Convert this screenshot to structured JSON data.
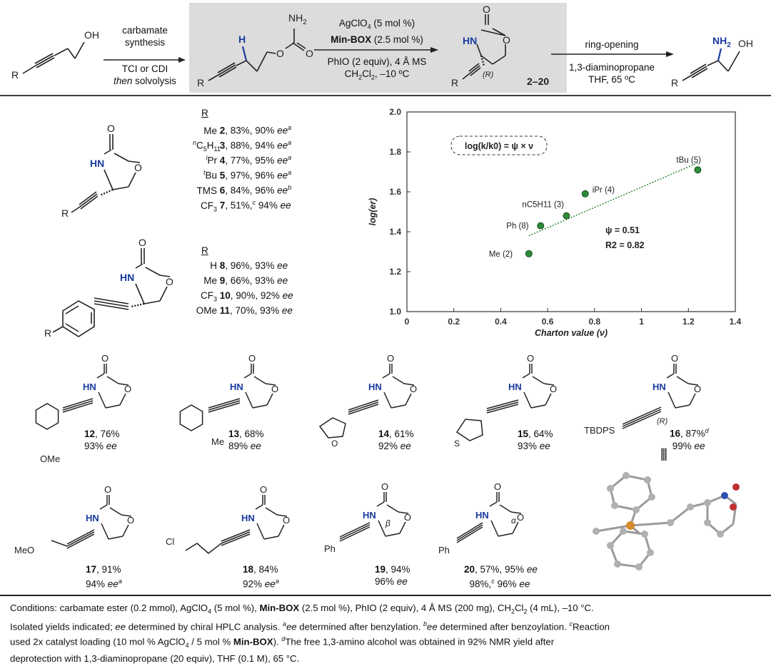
{
  "scheme": {
    "step1_label_top": "carbamate",
    "step1_label_top2": "synthesis",
    "step1_label_bottom": "TCI or CDI",
    "step1_label_bottom2_it": "then",
    "step1_label_bottom2": " solvolysis",
    "step2_cat": "AgClO",
    "step2_cat_tail": " (5 mol %)",
    "step2_ligand": "Min-BOX",
    "step2_ligand_tail": " (2.5 mol %)",
    "step2_oxidant": "PhIO (2 equiv), 4 Å MS",
    "step2_solvent": "CH",
    "step2_solvent_tail": ", –10 ºC",
    "product_range": "2–20",
    "step3_top": "ring-opening",
    "step3_mid": "1,3-diaminopropane",
    "step3_bottom": "THF, 65 ºC",
    "R": "R",
    "NH2": "NH",
    "OH": "OH",
    "HN": "HN",
    "O": "O",
    "H": "H",
    "Rstereo": "(R)"
  },
  "alkyl_table": {
    "header": "R",
    "rows": [
      {
        "r": "Me",
        "cmp": "2",
        "text": ", 83%, 90% ",
        "ee": "ee",
        "sup": "a"
      },
      {
        "r": "C5H11",
        "cmp": "3",
        "text": ", 88%, 94% ",
        "ee": "ee",
        "sup": "a"
      },
      {
        "r": "Pr",
        "cmp": "4",
        "text": ", 77%, 95% ",
        "ee": "ee",
        "sup": "a"
      },
      {
        "r": "Bu",
        "cmp": "5",
        "text": ", 97%, 96% ",
        "ee": "ee",
        "sup": "a"
      },
      {
        "r": "TMS",
        "cmp": "6",
        "text": ", 84%, 96% ",
        "ee": "ee",
        "sup": "b"
      },
      {
        "r": "CF3",
        "cmp": "7",
        "text": ", 51%,",
        "ee": "ee",
        "sup": "c"
      }
    ]
  },
  "aryl_table": {
    "header": "R",
    "rows": [
      {
        "r": "H",
        "cmp": "8",
        "text": ", 96%, 93% ",
        "ee": "ee"
      },
      {
        "r": "Me",
        "cmp": "9",
        "text": ", 66%, 93% ",
        "ee": "ee"
      },
      {
        "r": "CF3",
        "cmp": "10",
        "text": ", 90%, 92% ",
        "ee": "ee"
      },
      {
        "r": "OMe",
        "cmp": "11",
        "text": ", 70%, 93% ",
        "ee": "ee"
      }
    ]
  },
  "compounds": [
    {
      "id": "12",
      "yield": ", 76%",
      "ee": "93% ",
      "sub": "OMe"
    },
    {
      "id": "13",
      "yield": ", 68%",
      "ee": "89% ",
      "sub": "Me"
    },
    {
      "id": "14",
      "yield": ", 61%",
      "ee": "92% "
    },
    {
      "id": "15",
      "yield": ", 64%",
      "ee": "93% ",
      "sub": "S"
    },
    {
      "id": "16",
      "yield": ", 87%",
      "ee": "99% ",
      "sub": "TBDPS"
    },
    {
      "id": "17",
      "yield": ", 91%",
      "ee": "94% ",
      "sub": "MeO"
    },
    {
      "id": "18",
      "yield": ", 84%",
      "ee": "92% ",
      "sub": "Cl"
    },
    {
      "id": "19",
      "yield": ", 94%",
      "ee": "96% ",
      "sub": "Ph"
    },
    {
      "id": "20",
      "yield": ", 57%, 95% ",
      "ee": "98%,",
      "ee2": " 96% ",
      "sub": "Ph"
    }
  ],
  "chart_data": {
    "type": "scatter",
    "xlabel": "Charton value (ν)",
    "ylabel": "log(er)",
    "xlim": [
      0,
      1.4
    ],
    "ylim": [
      1.0,
      2.0
    ],
    "xticks": [
      "0",
      "0.2",
      "0.4",
      "0.6",
      "0.8",
      "1",
      "1.2",
      "1.4"
    ],
    "yticks": [
      "1.0",
      "1.2",
      "1.4",
      "1.6",
      "1.8",
      "2.0"
    ],
    "equation": "log(k/k0) = ψ × ν",
    "psi": "ψ = 0.51",
    "r2": "R2 = 0.82",
    "points": [
      {
        "x": 0.52,
        "y": 1.29,
        "label": "Me (2)"
      },
      {
        "x": 0.57,
        "y": 1.43,
        "label": "Ph (8)"
      },
      {
        "x": 0.68,
        "y": 1.48,
        "label": "nC5H11 (3)"
      },
      {
        "x": 0.76,
        "y": 1.59,
        "label": "iPr (4)"
      },
      {
        "x": 1.24,
        "y": 1.71,
        "label": "tBu (5)"
      }
    ],
    "fit": {
      "x": [
        0.52,
        1.24
      ],
      "y": [
        1.38,
        1.745
      ]
    },
    "point_color": "#2e8b3a",
    "fit_color": "#2e8b3a"
  },
  "footer": {
    "l1": "Conditions: carbamate ester (0.2 mmol), AgClO",
    "l1b": " (5 mol %), ",
    "l1c": "Min-BOX",
    "l1d": " (2.5 mol %), PhIO (2 equiv), 4 Å MS (200 mg), CH",
    "l1e": "Cl",
    "l1f": " (4 mL), –10 °C.",
    "l2": "Isolated yields indicated; ",
    "l2b": "ee",
    "l2c": " determined by chiral HPLC analysis. ",
    "l2d": "ee determined after benzylation. ",
    "l2e": "ee determined after benzoylation. ",
    "l2f": "Reaction",
    "l3": "used 2x catalyst loading (10 mol % AgClO",
    "l3b": " / 5 mol % ",
    "l3c": "Min-BOX",
    "l3d": "). ",
    "l3e": "The free 1,3-amino alcohol was obtained in 92% NMR yield after",
    "l4": "deprotection with 1,3-diaminopropane (20 equiv), THF (0.1 M), 65 °C."
  }
}
